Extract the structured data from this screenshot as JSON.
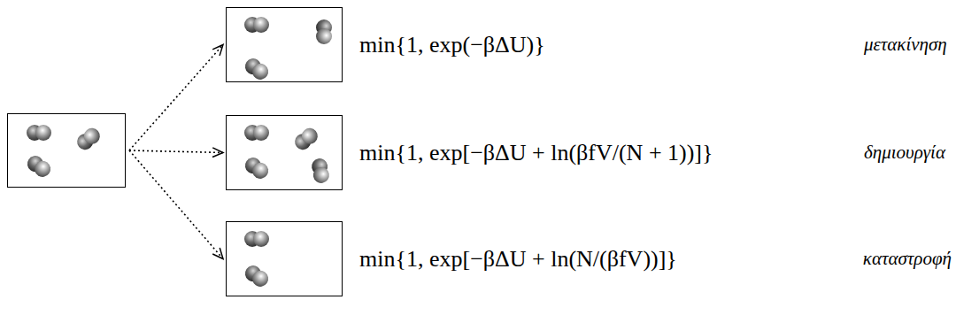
{
  "diagram": {
    "nodes": [
      {
        "text": []
      },
      {
        "text": [
          "min{1, exp(−βΔU)}",
          "μετακίνηση"
        ]
      },
      {
        "text": [
          "min{1, exp[−βΔU + ln(βfV/(N + 1))]}",
          "δημιουργία"
        ]
      },
      {
        "text": [
          "min{1, exp[−βΔU + ln(N/(βfV))]}",
          "καταστροφή"
        ]
      }
    ],
    "edges": [
      {
        "from": 0,
        "to": 1,
        "arrow": "to"
      },
      {
        "from": 0,
        "to": 2,
        "arrow": "to"
      },
      {
        "from": 0,
        "to": 3,
        "arrow": "to"
      }
    ]
  }
}
